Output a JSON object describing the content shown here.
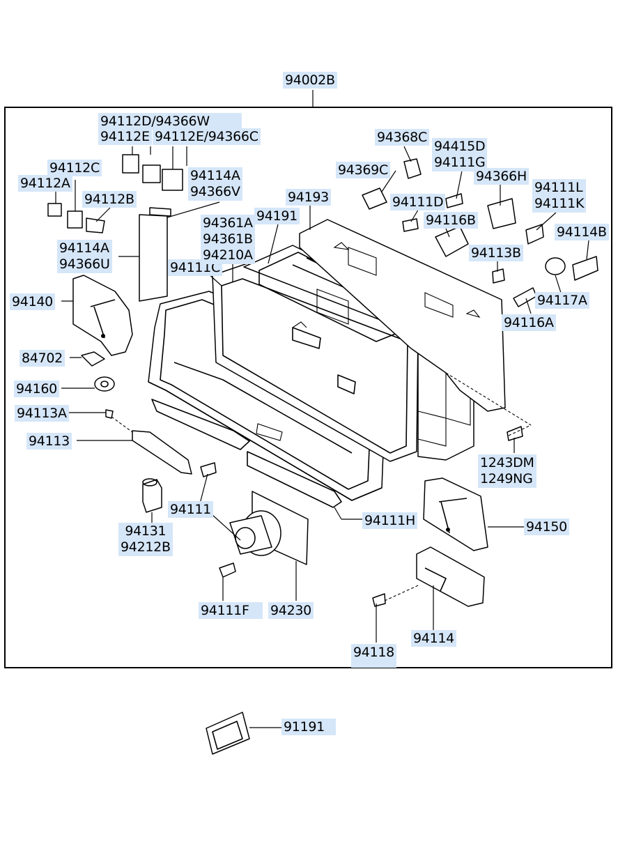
{
  "labels": {
    "assembly": "94002B",
    "l94112D_94366W": "94112D/94366W",
    "l94112E": "94112E",
    "l94112E_94366C": "94112E/94366C",
    "l94112C": "94112C",
    "l94112A": "94112A",
    "l94112B": "94112B",
    "l94114A_94366V": "94114A\n94366V",
    "l94114A_94366U": "94114A\n94366U",
    "l94140": "94140",
    "l84702": "84702",
    "l94160": "94160",
    "l94113A": "94113A",
    "l94113": "94113",
    "l94131_94212B": "94131\n94212B",
    "l94111": "94111",
    "l94111F": "94111F",
    "l94230": "94230",
    "l94111H": "94111H",
    "l94111C": "94111C",
    "l94361A_94361B_94210A": "94361A\n94361B\n94210A",
    "l94191": "94191",
    "l94193": "94193",
    "l94369C": "94369C",
    "l94368C": "94368C",
    "l94415D_94111G": "94415D\n94111G",
    "l94111D": "94111D",
    "l94116B": "94116B",
    "l94366H": "94366H",
    "l94111L_94111K": "94111L\n94111K",
    "l94114B": "94114B",
    "l94113B": "94113B",
    "l94117A": "94117A",
    "l94116A": "94116A",
    "l1243DM_1249NG": "1243DM\n1249NG",
    "l94150": "94150",
    "l94114": "94114",
    "l94118": "94118",
    "l91191": "91191"
  },
  "colors": {
    "label_bg": "#d5e6f8",
    "line": "#000000",
    "background": "#ffffff"
  }
}
